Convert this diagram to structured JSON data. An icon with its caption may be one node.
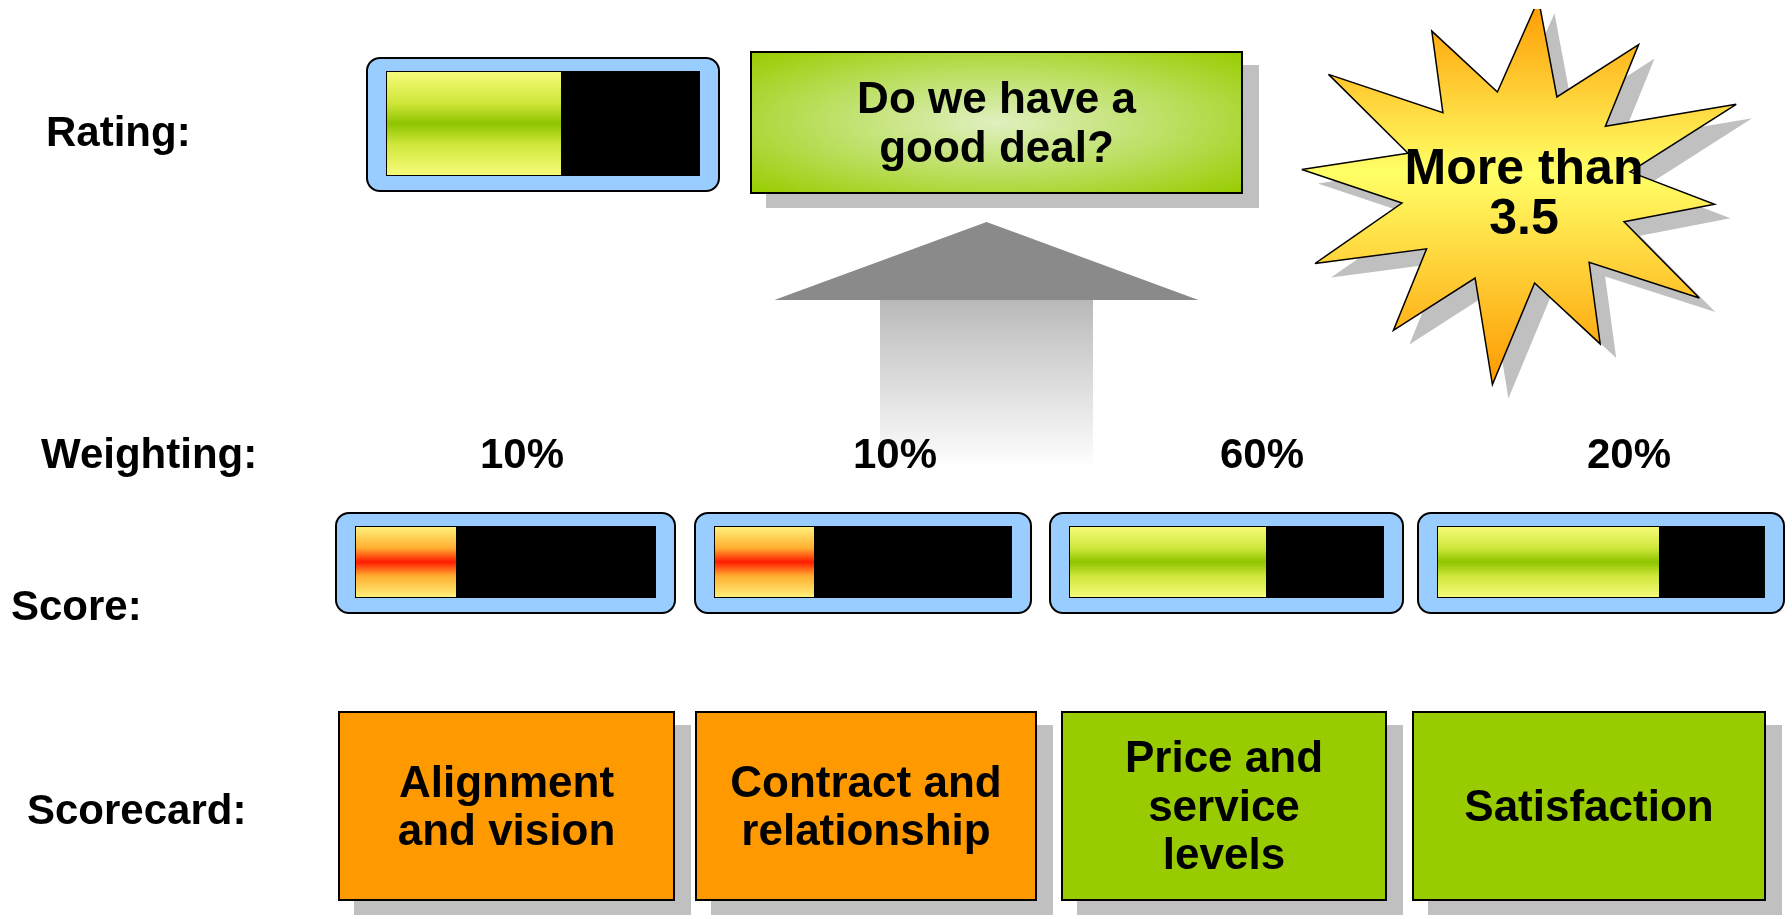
{
  "diagram": {
    "nodes": [
      {
        "text": [],
        "shape": "bar"
      },
      {
        "text": [
          "Do we have a good deal?"
        ]
      },
      {
        "text": [
          "More than 3.5"
        ]
      },
      {
        "text": [],
        "shape": "bar"
      },
      {
        "text": [],
        "shape": "bar"
      },
      {
        "text": [],
        "shape": "bar"
      },
      {
        "text": [],
        "shape": "bar"
      },
      {
        "text": [
          "Alignment and vision"
        ]
      },
      {
        "text": [
          "Contract and relationship"
        ]
      },
      {
        "text": [
          "Price and service levels"
        ]
      },
      {
        "text": [
          "Satisfaction"
        ]
      }
    ],
    "edges": [
      {
        "from": null,
        "to": 1,
        "arrow": "to"
      }
    ],
    "labels": [
      "Rating:",
      "Weighting:",
      "10%",
      "10%",
      "60%",
      "20%",
      "Score:",
      "Scorecard:"
    ]
  }
}
